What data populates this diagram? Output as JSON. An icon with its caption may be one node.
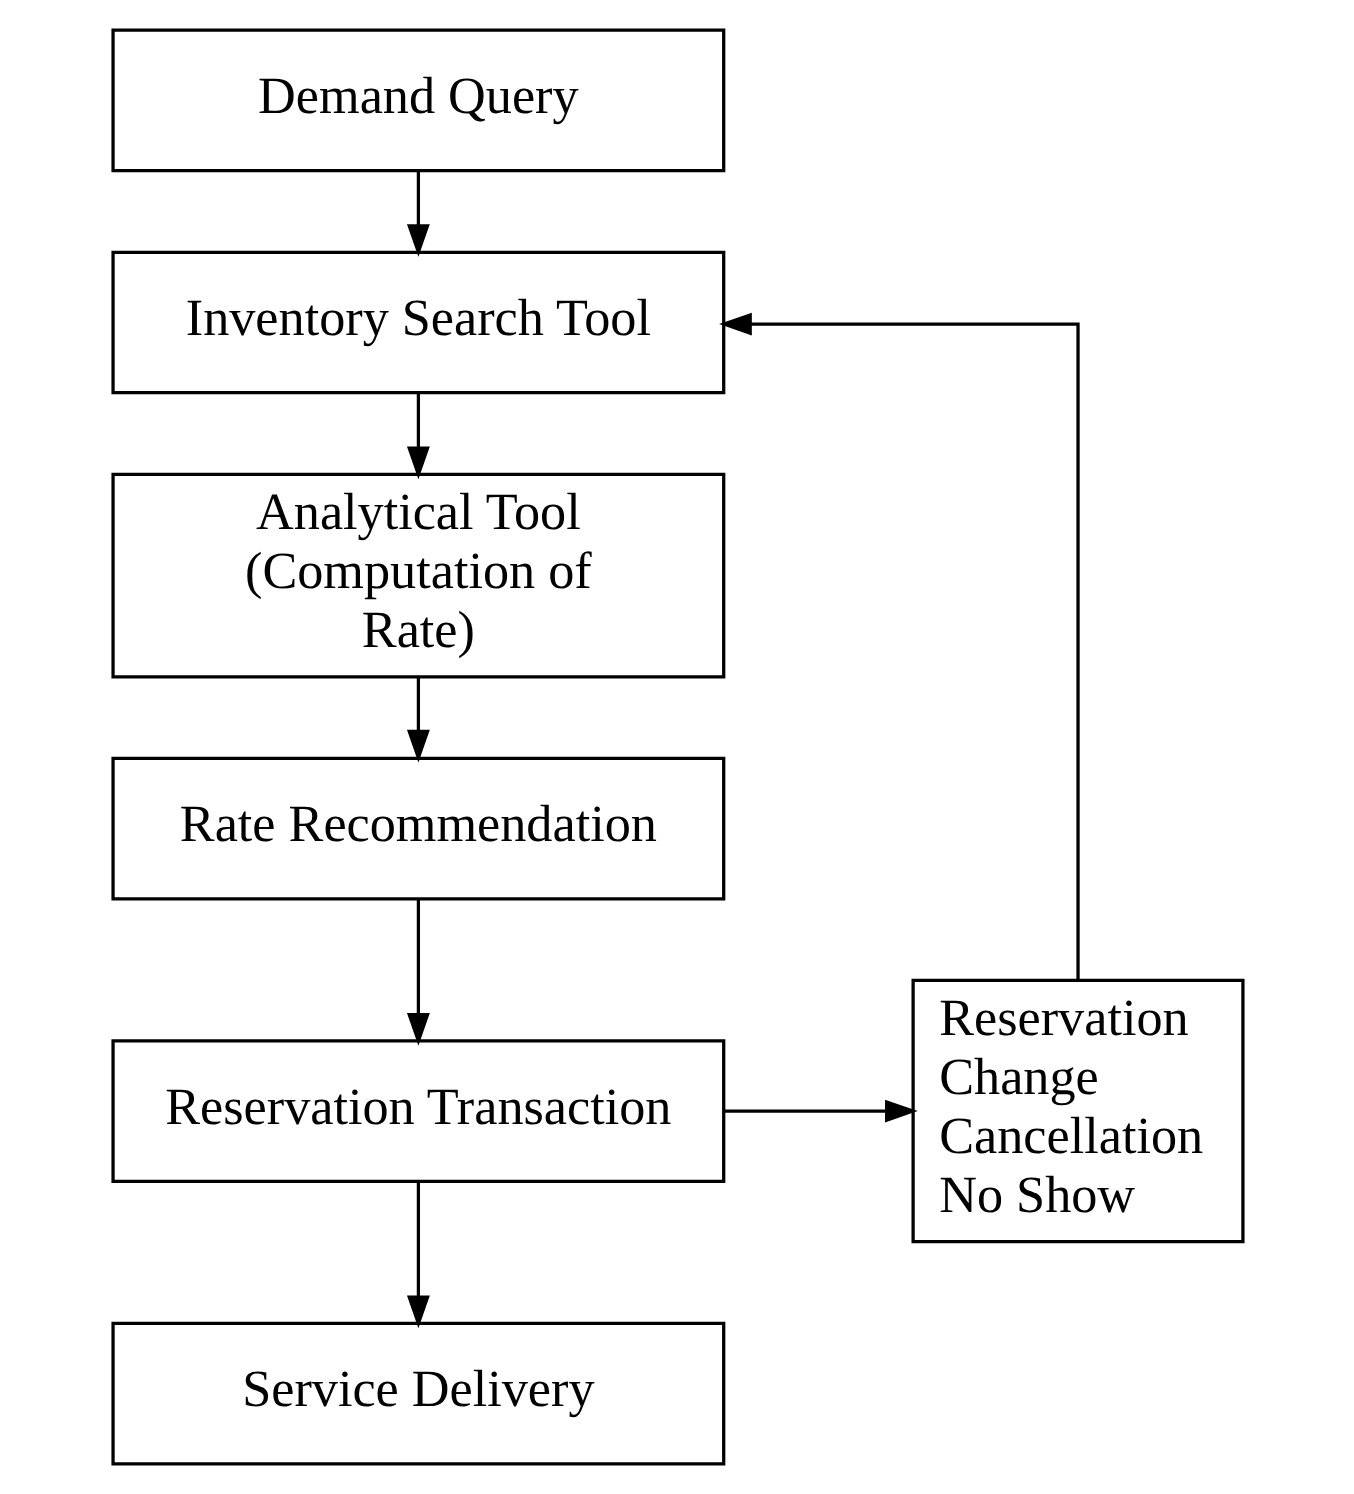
{
  "diagram": {
    "nodes": [
      {
        "text": [
          "Demand Query"
        ]
      },
      {
        "text": [
          "Inventory Search Tool"
        ]
      },
      {
        "text": [
          "Analytical Tool (Computation of Rate)"
        ]
      },
      {
        "text": [
          "Rate Recommendation"
        ]
      },
      {
        "text": [
          "Reservation Transaction"
        ]
      },
      {
        "text": [
          "Service Delivery"
        ]
      },
      {
        "text": [
          "Reservation Change Cancellation No Show"
        ]
      }
    ],
    "edges": [
      {
        "from": 0,
        "to": 1,
        "arrow": "to"
      },
      {
        "from": 1,
        "to": 2,
        "arrow": "to"
      },
      {
        "from": 2,
        "to": 3,
        "arrow": "to"
      },
      {
        "from": 3,
        "to": 4,
        "arrow": "to"
      },
      {
        "from": 4,
        "to": 5,
        "arrow": "to"
      },
      {
        "from": 4,
        "to": 6,
        "arrow": "to"
      },
      {
        "from": 6,
        "to": 1,
        "arrow": "to"
      }
    ]
  }
}
